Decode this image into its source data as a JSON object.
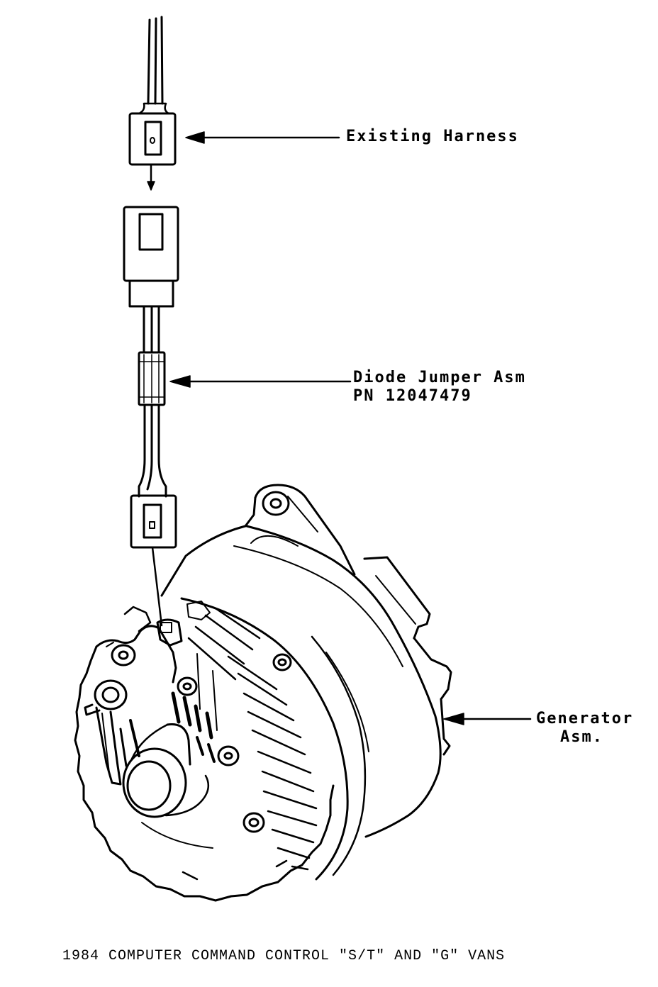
{
  "labels": {
    "existing_harness": "Existing Harness",
    "diode_jumper_line1": "Diode Jumper Asm",
    "diode_jumper_line2": "PN 12047479",
    "generator_line1": "Generator",
    "generator_line2": "Asm."
  },
  "caption": "1984 COMPUTER COMMAND CONTROL \"S/T\" AND \"G\" VANS"
}
